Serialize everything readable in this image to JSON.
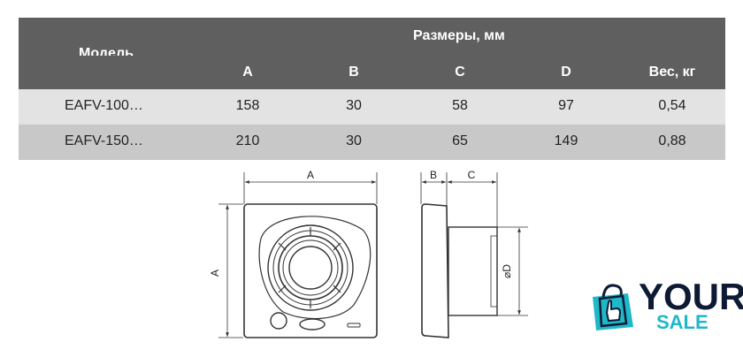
{
  "table": {
    "header": {
      "model_label": "Модель",
      "dimensions_label": "Размеры, мм",
      "columns": [
        "A",
        "B",
        "C",
        "D",
        "Вес, кг"
      ]
    },
    "rows": [
      {
        "model": "EAFV-100…",
        "a": "158",
        "b": "30",
        "c": "58",
        "d": "97",
        "weight": "0,54"
      },
      {
        "model": "EAFV-150…",
        "a": "210",
        "b": "30",
        "c": "65",
        "d": "149",
        "weight": "0,88"
      }
    ]
  },
  "drawing": {
    "front_width_label": "A",
    "front_height_label": "A",
    "side_b_label": "B",
    "side_c_label": "C",
    "side_d_label": "⌀D"
  },
  "logo": {
    "top_word": "YOUR",
    "bottom_word": "SALE",
    "colors": {
      "dark": "#0d1a33",
      "accent": "#1fb8c9"
    }
  },
  "colors": {
    "header_bg": "#5f5f5f",
    "row_light": "#e3e3e3",
    "row_dark": "#c8c8c8"
  }
}
